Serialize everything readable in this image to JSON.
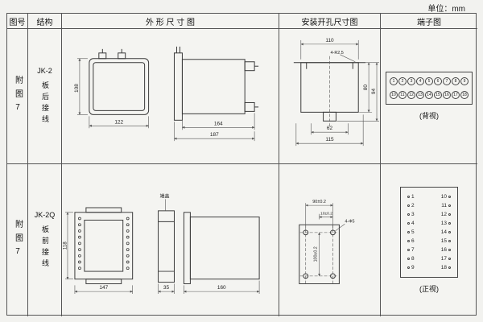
{
  "meta": {
    "unit_label": "单位：mm"
  },
  "columns": {
    "fig": "图号",
    "structure": "结构",
    "outline": "外 形 尺 寸 图",
    "mounting": "安装开孔尺寸图",
    "terminal": "端子图"
  },
  "rows": [
    {
      "fig": "附图7",
      "model": "JK-2",
      "wiring": "板后接线",
      "outline": {
        "h": "108",
        "w1": "122",
        "w2": "164",
        "w3": "187"
      },
      "mounting": {
        "top": "110",
        "note": "4-R2.5",
        "inner_h": "80",
        "outer_h": "94",
        "b1": "62",
        "b2": "115"
      },
      "terminal": {
        "view": "(背视)",
        "top": [
          "1",
          "2",
          "3",
          "4",
          "5",
          "6",
          "7",
          "8",
          "9"
        ],
        "bottom": [
          "10",
          "11",
          "12",
          "13",
          "14",
          "15",
          "16",
          "17",
          "18"
        ]
      }
    },
    {
      "fig": "附图7",
      "model": "JK-2Q",
      "wiring": "板前接线",
      "outline": {
        "h": "118",
        "w1": "147",
        "w2": "35",
        "w3": "160",
        "cover": "端盖"
      },
      "mounting": {
        "top": "90±0.2",
        "mid": "10±0.2",
        "note": "4-Φ5",
        "v": "100±0.2"
      },
      "terminal": {
        "view": "(正视)",
        "left": [
          "1",
          "2",
          "3",
          "4",
          "5",
          "6",
          "7",
          "8",
          "9"
        ],
        "right": [
          "10",
          "11",
          "12",
          "13",
          "14",
          "15",
          "16",
          "17",
          "18"
        ]
      }
    }
  ]
}
